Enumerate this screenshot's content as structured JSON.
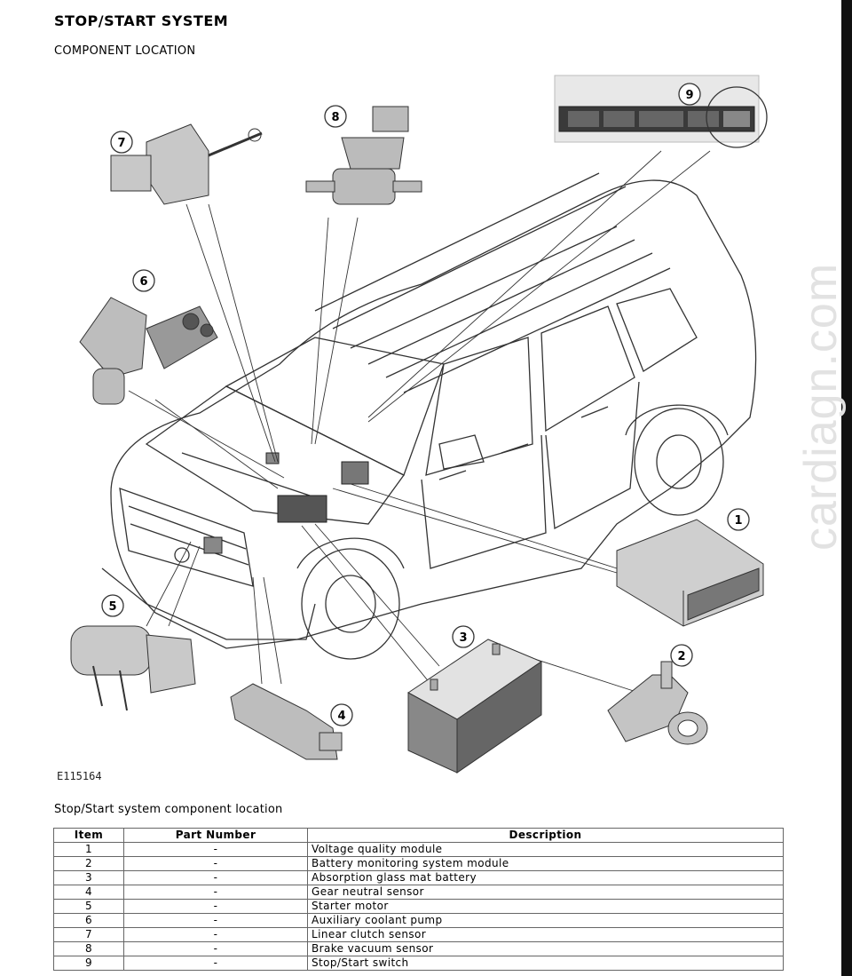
{
  "header": {
    "title": "STOP/START SYSTEM",
    "subtitle": "COMPONENT LOCATION"
  },
  "figure": {
    "code": "E115164",
    "callouts": [
      "1",
      "2",
      "3",
      "4",
      "5",
      "6",
      "7",
      "8",
      "9"
    ],
    "watermark": "cardiagn.com"
  },
  "caption": "Stop/Start system component location",
  "table": {
    "headers": {
      "item": "Item",
      "part_number": "Part Number",
      "description": "Description"
    },
    "rows": [
      {
        "item": "1",
        "part": "-",
        "desc": "Voltage quality module"
      },
      {
        "item": "2",
        "part": "-",
        "desc": "Battery monitoring system module"
      },
      {
        "item": "3",
        "part": "-",
        "desc": "Absorption glass mat battery"
      },
      {
        "item": "4",
        "part": "-",
        "desc": "Gear neutral sensor"
      },
      {
        "item": "5",
        "part": "-",
        "desc": "Starter motor"
      },
      {
        "item": "6",
        "part": "-",
        "desc": "Auxiliary coolant pump"
      },
      {
        "item": "7",
        "part": "-",
        "desc": "Linear clutch sensor"
      },
      {
        "item": "8",
        "part": "-",
        "desc": "Brake vacuum sensor"
      },
      {
        "item": "9",
        "part": "-",
        "desc": "Stop/Start switch"
      }
    ]
  }
}
